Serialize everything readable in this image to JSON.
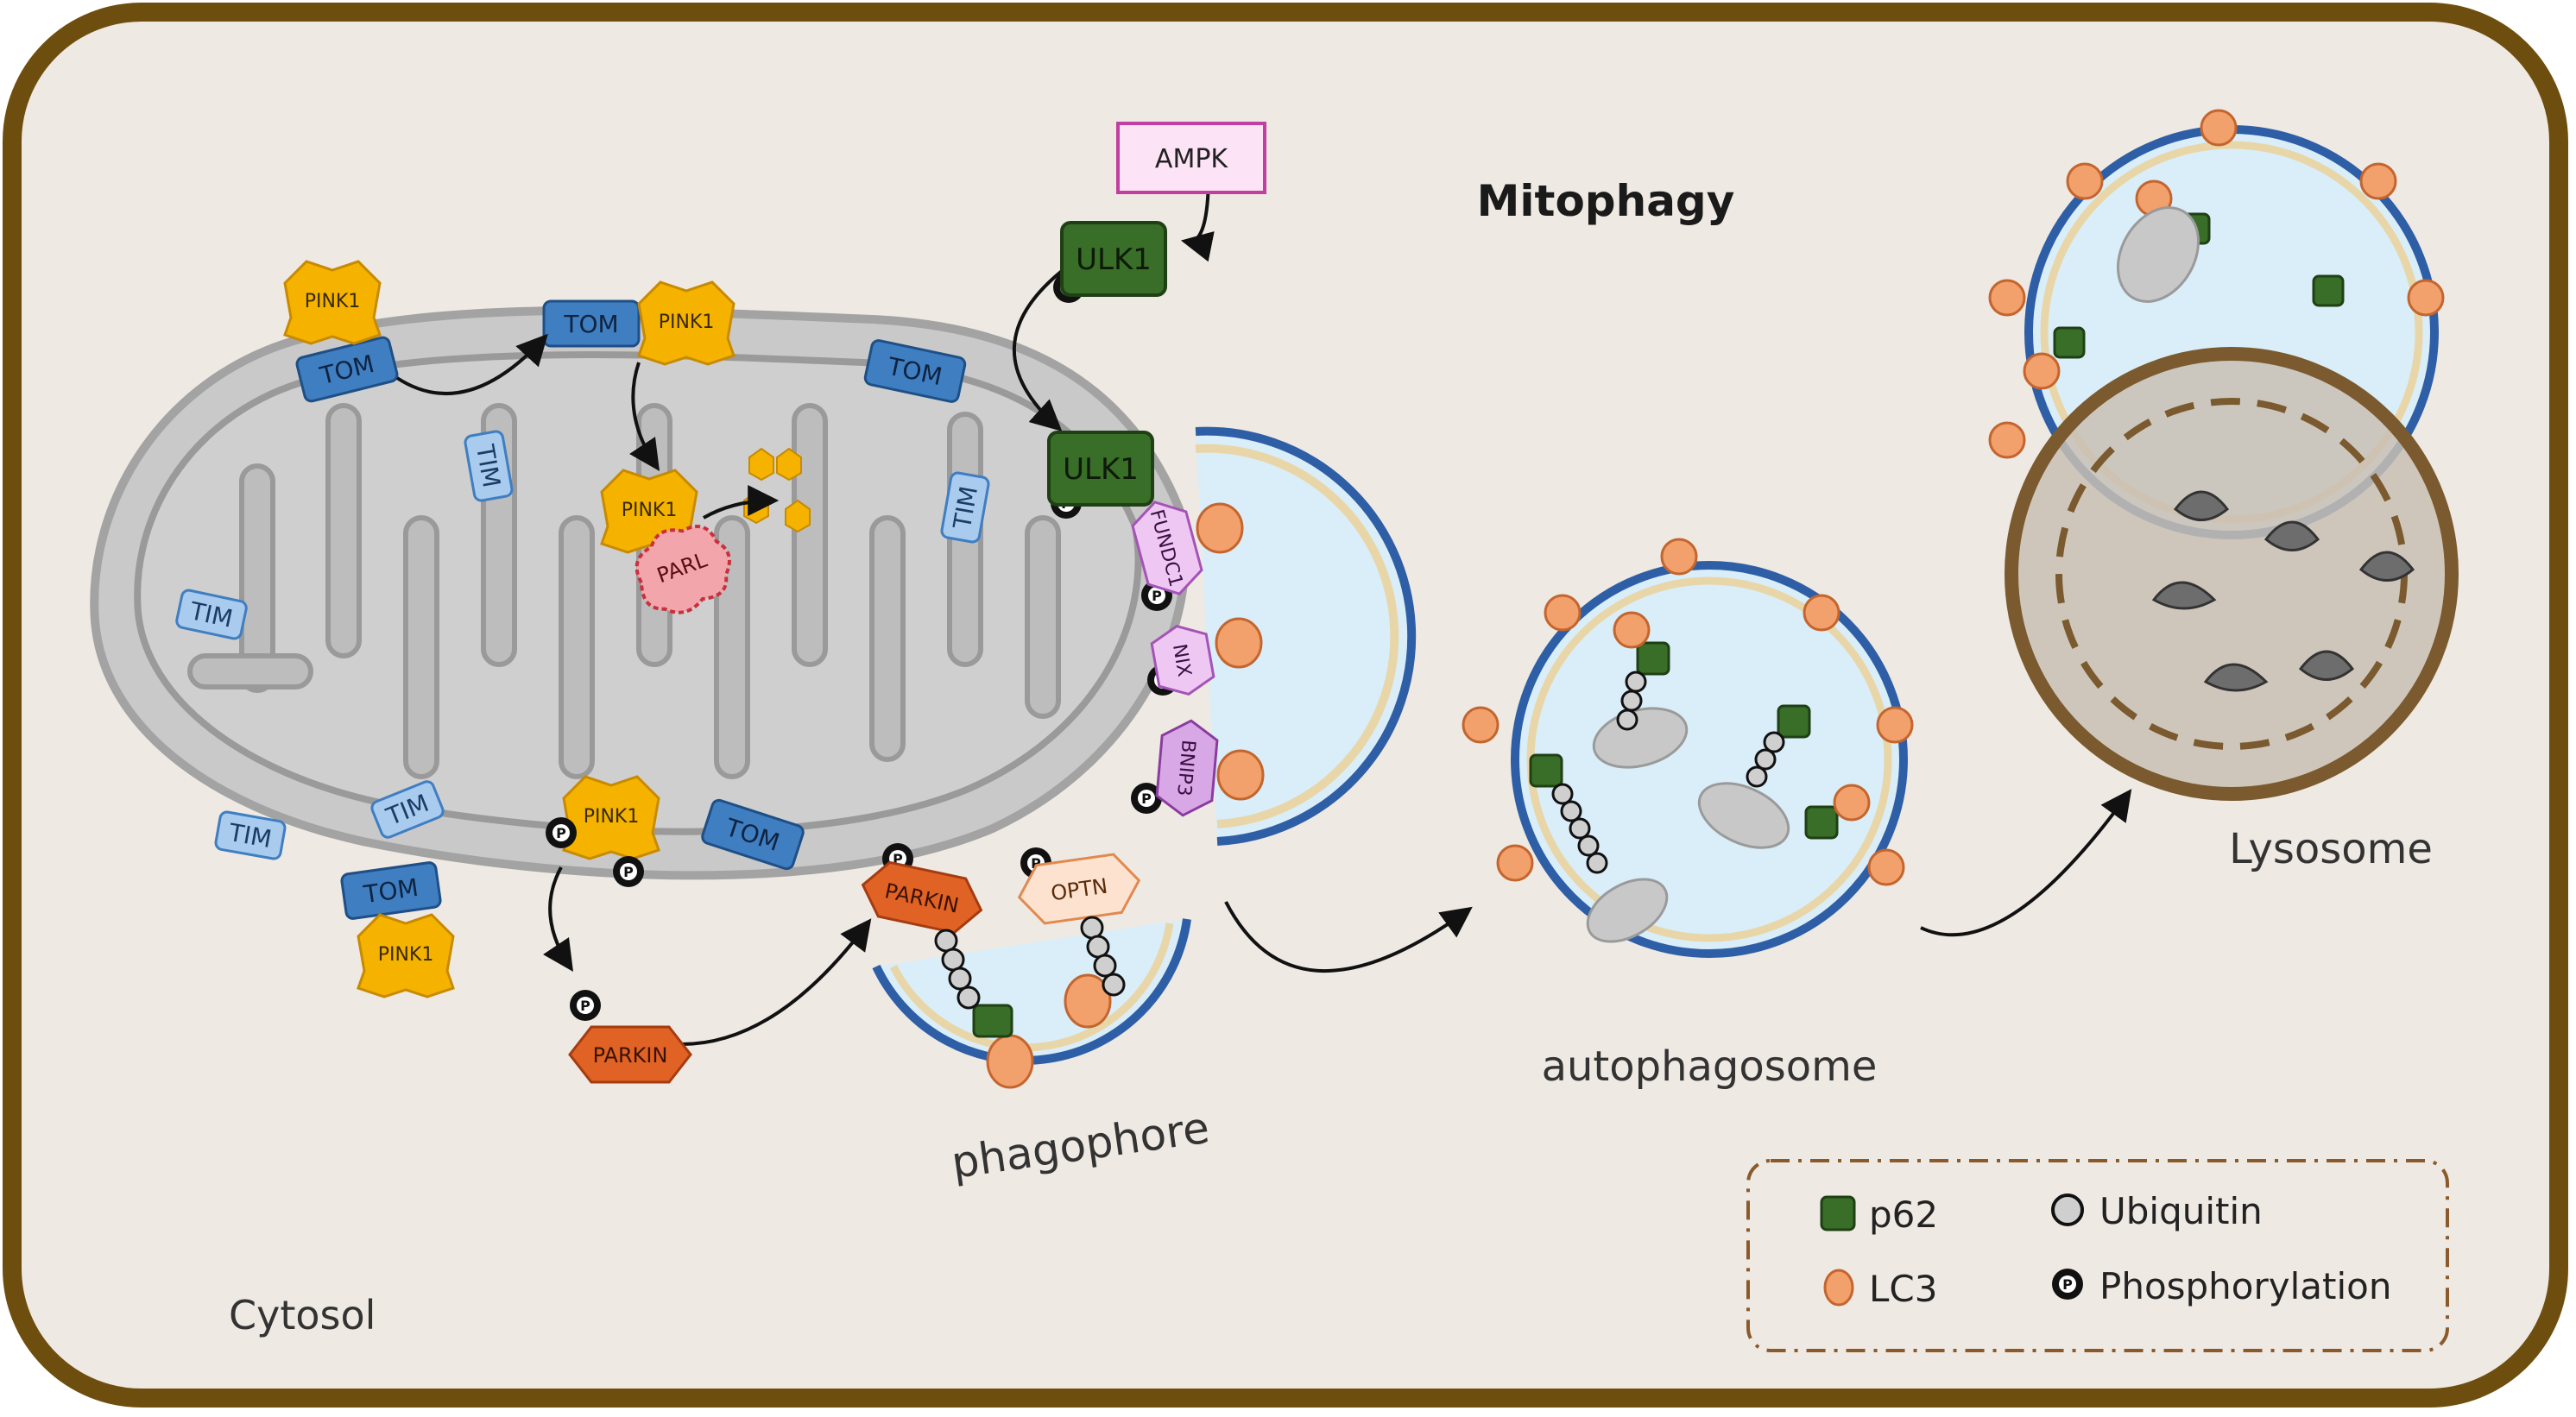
{
  "title": "Mitophagy",
  "cytosol_label": "Cytosol",
  "proteins": {
    "pink1": "PINK1",
    "tom": "TOM",
    "tim": "TIM",
    "parl": "PARL",
    "parkin": "PARKIN",
    "optn": "OPTN",
    "ulk1": "ULK1",
    "ampk": "AMPK",
    "fundc1": "FUNDC1",
    "nix": "NIX",
    "bnip3": "BNIP3",
    "phospho": "P"
  },
  "structures": {
    "phagophore": "phagophore",
    "autophagosome": "autophagosome",
    "lysosome": "Lysosome"
  },
  "legend": {
    "p62": "p62",
    "lc3": "LC3",
    "ubiquitin": "Ubiquitin",
    "phosphorylation": "Phosphorylation"
  },
  "colors": {
    "frame": "#6e4e0e",
    "background": "#efe9e3",
    "mito_membrane": "#9f9f9f",
    "tom": "#3f7ec1",
    "tim": "#a9cbee",
    "pink1": "#f5b300",
    "parkin": "#e06225",
    "p62": "#386e27",
    "lc3": "#f2a06c",
    "vesicle": "#2e5fa6",
    "lysosome": "#7a5a2e",
    "receptor": "#eec8f2"
  }
}
